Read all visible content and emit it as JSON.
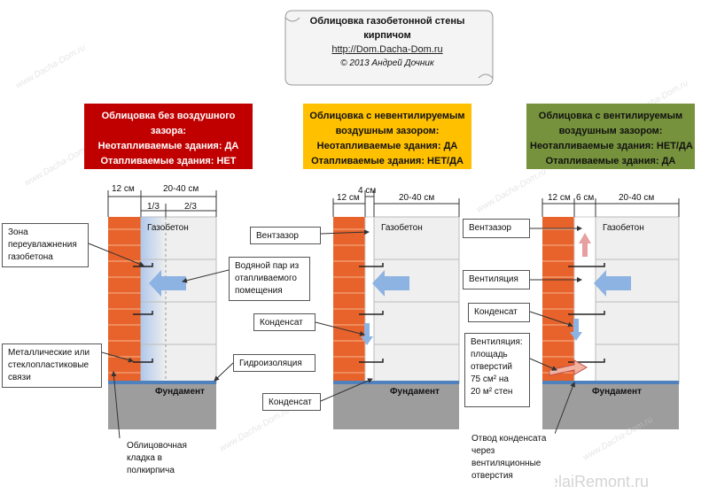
{
  "title": {
    "line1": "Облицовка газобетонной стены",
    "line2": "кирпичом",
    "url": "http://Dom.Dacha-Dom.ru",
    "copyright": "© 2013 Андрей Дочник"
  },
  "panels": [
    {
      "header": [
        "Облицовка без воздушного",
        "зазора:",
        "Неотапливаемые здания: ДА",
        "Отапливаемые здания: НЕТ"
      ],
      "header_color": "#c00000",
      "dims": {
        "brick": "12 см",
        "block": "20-40 см",
        "third": "1/3",
        "two_thirds": "2/3"
      },
      "block_label": "Газобетон",
      "foundation": "Фундамент",
      "callouts": {
        "wet_zone": [
          "Зона",
          "переувлажнения",
          "газобетона"
        ],
        "vapor": [
          "Водяной пар из",
          "отапливаемого",
          "помещения"
        ],
        "ties": [
          "Металлические или",
          "стеклопластиковые",
          "связи"
        ],
        "waterproofing": "Гидроизоляция",
        "masonry": [
          "Облицовочная",
          "кладка в",
          "полкирпича"
        ]
      }
    },
    {
      "header": [
        "Облицовка с невентилируемым",
        "воздушным зазором:",
        "Неотапливаемые здания: ДА",
        "Отапливаемые здания: НЕТ/ДА"
      ],
      "header_color": "#ffc000",
      "dims": {
        "brick": "12 см",
        "gap": "4 см",
        "block": "20-40 см"
      },
      "block_label": "Газобетон",
      "foundation": "Фундамент",
      "callouts": {
        "air_gap": "Вентзазор",
        "condensate_top": "Конденсат",
        "condensate_bottom": "Конденсат"
      }
    },
    {
      "header": [
        "Облицовка с вентилируемым",
        "воздушным зазором:",
        "Неотапливаемые здания: НЕТ/ДА",
        "Отапливаемые здания: ДА"
      ],
      "header_color": "#76923c",
      "dims": {
        "brick": "12 см",
        "gap": "6 см",
        "block": "20-40 см"
      },
      "block_label": "Газобетон",
      "foundation": "Фундамент",
      "callouts": {
        "air_gap": "Вентзазор",
        "ventilation": "Вентиляция",
        "condensate": "Конденсат",
        "vent_area": [
          "Вентиляция:",
          "площадь",
          "отверстий",
          "75 см² на",
          "20 м² стен"
        ],
        "drain": [
          "Отвод конденсата",
          "через",
          "вентиляционные",
          "отверстия"
        ]
      }
    }
  ],
  "watermarks": [
    "www.Dacha-Dom.ru",
    "SdelaiRemont.ru"
  ],
  "colors": {
    "brick": "#e8632b",
    "brick_mortar": "#f6b48f",
    "block": "#efefef",
    "foundation": "#9d9d9d",
    "waterproofing": "#4f81bd",
    "arrow": "#8db3e2"
  }
}
